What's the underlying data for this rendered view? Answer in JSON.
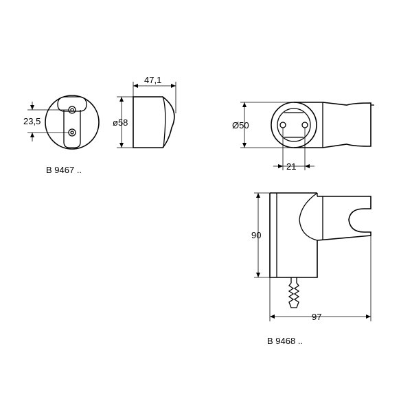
{
  "dimensions": {
    "holder_height": "23,5",
    "round_diameter": "ø58",
    "round_depth": "47,1",
    "bracket_diameter": "Ø50",
    "screw_spacing": "21",
    "bracket_height": "90",
    "bracket_length": "97"
  },
  "labels": {
    "model_a": "B 9467 ..",
    "model_b": "B 9468 .."
  }
}
